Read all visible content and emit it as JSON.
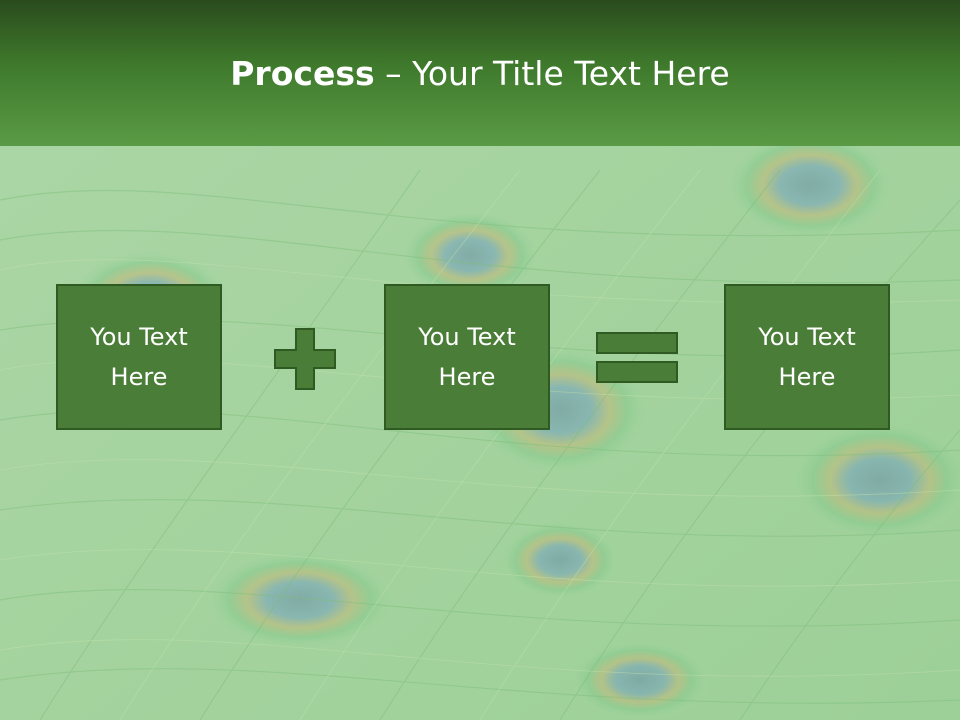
{
  "slide": {
    "title_bold": "Process",
    "title_rest": " – Your Title Text Here",
    "boxes": [
      {
        "text": "You Text\nHere"
      },
      {
        "text": "You Text\nHere"
      },
      {
        "text": "You Text\nHere"
      }
    ],
    "operators": [
      "plus",
      "equals"
    ]
  },
  "colors": {
    "title_bar": "#3f7a2c",
    "box_fill": "#4a7d37",
    "box_border": "#2f5a22",
    "background_tint": "#9fd39a"
  }
}
